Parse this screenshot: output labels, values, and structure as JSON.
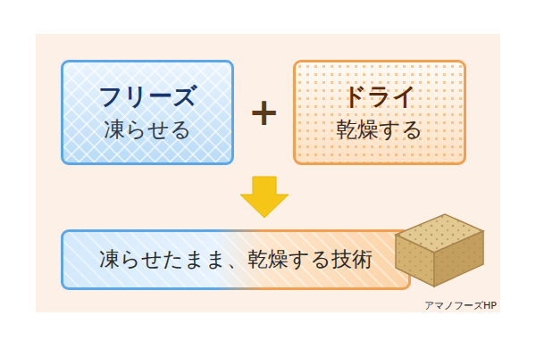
{
  "diagram": {
    "nodes": [
      {
        "text": [
          "フリーズ",
          "凍らせる"
        ]
      },
      {
        "text": [
          "ドライ",
          "乾燥する"
        ]
      },
      {
        "text": [
          "凍らせたまま、乾燥する技術"
        ]
      }
    ],
    "labels": [
      "+",
      "アマノフーズHP"
    ]
  }
}
